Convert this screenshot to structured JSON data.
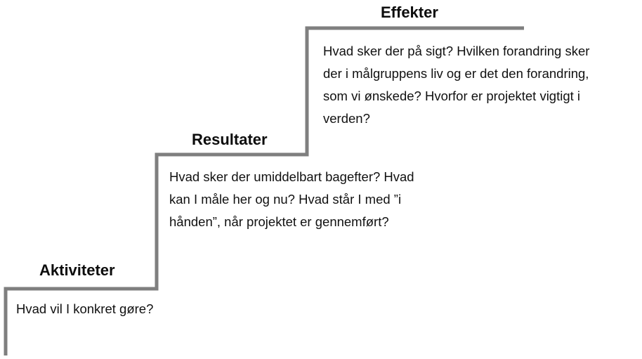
{
  "colors": {
    "stair_line": "#7f7f7f",
    "text": "#111111"
  },
  "steps": [
    {
      "heading": "Aktiviteter",
      "description_lines": [
        "Hvad vil I konkret gøre?"
      ]
    },
    {
      "heading": "Resultater",
      "description_lines": [
        "Hvad sker der umiddelbart bagefter? Hvad",
        "kan I måle her og nu? Hvad står I med ”i",
        "hånden”, når projektet er gennemført?"
      ]
    },
    {
      "heading": "Effekter",
      "description_lines": [
        "Hvad sker der på sigt? Hvilken forandring sker",
        "der i målgruppens liv og er det den forandring,",
        "som vi ønskede?  Hvorfor er projektet vigtigt i",
        "verden?"
      ]
    }
  ]
}
